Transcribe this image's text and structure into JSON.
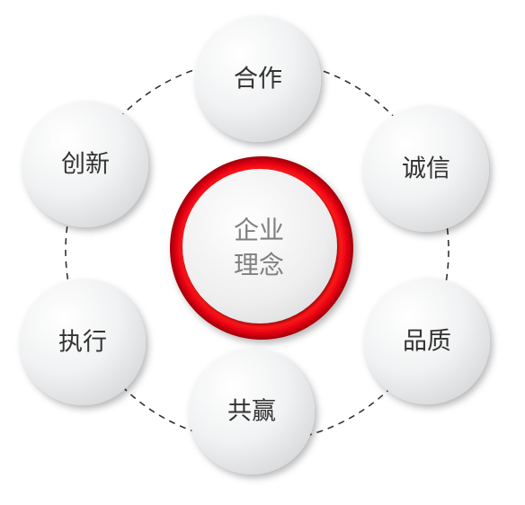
{
  "center": {
    "line1": "企业",
    "line2": "理念",
    "ring_color": "#e60012"
  },
  "nodes": [
    {
      "label": "合作"
    },
    {
      "label": "诚信"
    },
    {
      "label": "品质"
    },
    {
      "label": "共赢"
    },
    {
      "label": "执行"
    },
    {
      "label": "创新"
    }
  ],
  "colors": {
    "node_fill_top": "#ffffff",
    "node_fill_bottom": "#d9dadc",
    "connector": "#333333",
    "text": "#333333",
    "center_text": "#808080"
  }
}
